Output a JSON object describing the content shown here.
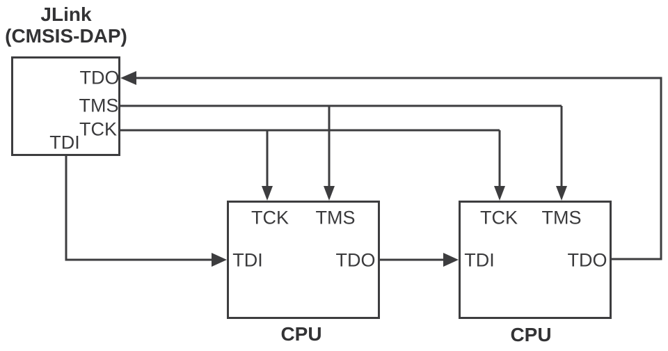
{
  "colors": {
    "line": "#3d3d3f",
    "arrow": "#3d3d3f",
    "text": "#3a3a3c",
    "background": "#ffffff"
  },
  "probe": {
    "title_line1": "JLink",
    "title_line2": "(CMSIS-DAP)",
    "ports": {
      "tdo": "TDO",
      "tms": "TMS",
      "tck": "TCK",
      "tdi": "TDI"
    }
  },
  "cpu1": {
    "caption": "CPU",
    "ports": {
      "tck": "TCK",
      "tms": "TMS",
      "tdi": "TDI",
      "tdo": "TDO"
    }
  },
  "cpu2": {
    "caption": "CPU",
    "ports": {
      "tck": "TCK",
      "tms": "TMS",
      "tdi": "TDI",
      "tdo": "TDO"
    }
  },
  "connections": [
    {
      "signal": "TCK",
      "from": "probe.TCK",
      "to": [
        "cpu1.TCK",
        "cpu2.TCK"
      ]
    },
    {
      "signal": "TMS",
      "from": "probe.TMS",
      "to": [
        "cpu1.TMS",
        "cpu2.TMS"
      ]
    },
    {
      "signal": "TDI",
      "from": "probe.TDI",
      "to": [
        "cpu1.TDI"
      ]
    },
    {
      "signal": "TDO-chain",
      "from": "cpu1.TDO",
      "to": [
        "cpu2.TDI"
      ]
    },
    {
      "signal": "TDO",
      "from": "cpu2.TDO",
      "to": [
        "probe.TDO"
      ]
    }
  ]
}
